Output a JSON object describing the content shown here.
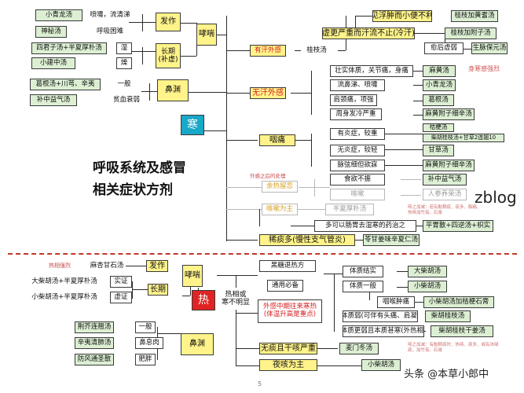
{
  "title_line1": "呼吸系统及感冒",
  "title_line2": "相关症状方剂",
  "cold": "寒",
  "heat": "热",
  "footnote_page": "5",
  "watermark_zblog": "zblog",
  "watermark_author": "头条 @本草小郎中",
  "cold_section": {
    "wheeze_label": "哮喘",
    "attack": "发作",
    "longterm": "长期\n(补虚)",
    "nose_label": "鼻渊",
    "w1": "小青龙汤",
    "w1d": "喷嚏，流清涕",
    "w2": "神秘汤",
    "w2d": "呼吸困难",
    "w3": "四君子汤+半夏厚朴汤",
    "w3d": "湿",
    "w4": "小建中汤",
    "w4d": "燥",
    "n1": "葛根汤+川芎、辛夷",
    "n1d": "一般",
    "n2": "补中益气汤",
    "n2d": "贫血衰弱",
    "sweat": "有汗外感",
    "gz": "桂枝汤",
    "sw1": "见浮肿而小便不利",
    "sw1r": "桂枝加黄耆汤",
    "sw2": "虚更严重而汗流不止(冷汗)",
    "sw2r": "桂枝加附子汤",
    "sw3": "愈后虚弱",
    "sw3r": "生脉保元汤",
    "nosweat": "无汗外感",
    "ns1": "壮实体质，关节痛，身痛",
    "ns1r": "麻黄汤",
    "ns2": "流鼻涕、喷嚏",
    "ns2r": "小青龙汤",
    "ns3": "肩颈痛，项强",
    "ns3r": "葛根汤",
    "ns4": "周身发冷严重",
    "ns4r": "麻黄附子细辛汤",
    "mahuang_note": "身寒感强烈",
    "throat": "咽痛",
    "t1": "有炎症，较重",
    "t1r1": "桔梗汤",
    "t1r2": "柴胡桂枝汤+甘草2连翘10",
    "t2": "无炎症，较轻",
    "t2r": "甘草汤",
    "t3": "脉弦细但欲寐",
    "t3r": "麻黄附子细辛汤",
    "post_note": "外感之后的处理",
    "wq": "余热留恋",
    "wq1": "食欲不振",
    "wq1r": "补中益气汤",
    "wq2": "咳嗽",
    "wq2r": "人参养荣汤",
    "cough_main": "咳嗽为主",
    "cough_r": "半夏厚朴汤",
    "side_note": "咳之加减：若有黏稠痰、痰多、胸痛、热咳加竹茹、石膏",
    "stomach": "多可以肠胃去湿寒的药治之",
    "stomach_r": "平胃散+四逆汤+枳实",
    "phlegm": "稀痰多(慢性支气管炎)",
    "phlegm_r": "苓甘姜味辛夏仁汤"
  },
  "heat_section": {
    "wheeze_label": "哮喘",
    "attack": "发作",
    "longterm": "长期",
    "nose_label": "鼻渊",
    "note_heat": "热相强烈",
    "a1": "麻杏甘石汤",
    "l1": "大柴胡汤+半夏厚朴汤",
    "l1d": "实证",
    "l2": "小柴胡汤+半夏厚朴汤",
    "l2d": "虚证",
    "hot_box": "热相或\n寒不明显",
    "n1": "荆芥连翘汤",
    "n1d": "一般",
    "n2": "辛夷清肺汤",
    "n2d": "鼻息肉",
    "n3": "防风通圣散",
    "n3d": "肥胖",
    "hr": "黑糖退热方",
    "ttx": "通用必备",
    "half": "外感中期往来寒热\n(体温升高是重点)",
    "h1": "体质结实",
    "h1r": "大柴胡汤",
    "h2": "体质一般",
    "h2r": "小柴胡汤",
    "h2b": "咽喉肿痛",
    "h2br": "小柴胡汤加桔梗石膏",
    "h3": "体质弱(可伴有头痛、肩凝)",
    "h3r": "柴胡桂枝汤",
    "h4": "体质更弱且本质甚寒(外热相)",
    "h4r": "柴胡桂枝干姜汤",
    "dry": "无痰且干咳严重",
    "dry_r": "麦门冬汤",
    "night": "夜咳为主",
    "night_r": "小柴胡汤",
    "side_note": "咳之加减：有黏稠痰时、热咳、痰多，或有浓绿痰，加竹茹、石膏"
  }
}
